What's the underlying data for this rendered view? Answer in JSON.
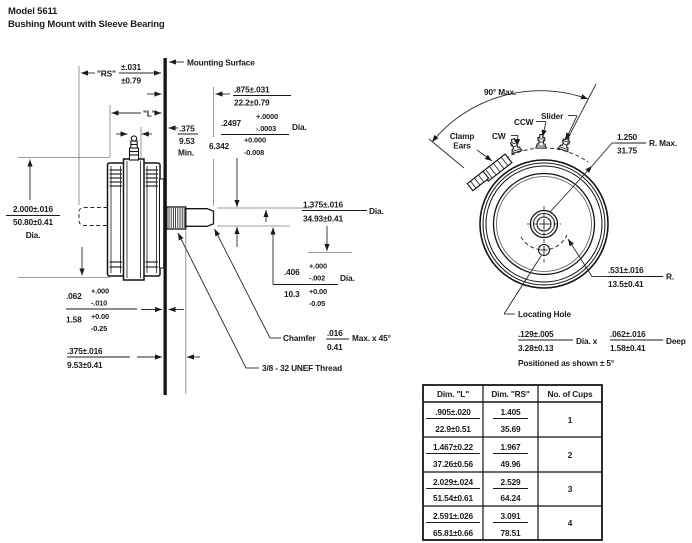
{
  "title": {
    "model": "Model 5611",
    "subtitle": "Bushing Mount with Sleeve Bearing"
  },
  "side": {
    "mounting_surface": "Mounting Surface",
    "rs_label": "\"RS\"",
    "rs_in": "±.031",
    "rs_mm": "±0.79",
    "l_label": "\"L\"",
    "len875_in": ".875±.031",
    "len875_mm": "22.2±0.79",
    "min375_in": ".375",
    "min375_mm": "9.53",
    "min375_suffix": "Min.",
    "shaft_in": ".2497",
    "shaft_in_plus": "+.0000",
    "shaft_in_minus": "-.0003",
    "shaft_dia_label": "Dia.",
    "shaft_mm": "6.342",
    "shaft_mm_plus": "+0.000",
    "shaft_mm_minus": "-0.008",
    "body_in": "2.000±.016",
    "body_mm": "50.80±0.41",
    "body_dia_label": "Dia.",
    "hub_in": "1.375±.016",
    "hub_mm": "34.93±0.41",
    "hub_dia_label": "Dia.",
    "bush_in": ".406",
    "bush_in_plus": "+.000",
    "bush_in_minus": "-.002",
    "bush_dia_label": "Dia.",
    "bush_mm": "10.3",
    "bush_mm_plus": "+0.00",
    "bush_mm_minus": "-0.05",
    "panel_in": ".062",
    "panel_in_plus": "+.000",
    "panel_in_minus": "-.010",
    "panel_mm": "1.58",
    "panel_mm_plus": "+0.00",
    "panel_mm_minus": "-0.25",
    "bushlen_in": ".375±.016",
    "bushlen_mm": "9.53±0.41",
    "chamfer_label": "Chamfer",
    "chamfer_in": ".016",
    "chamfer_mm": "0.41",
    "chamfer_suffix": "Max. x 45°",
    "thread_label": "3/8 - 32 UNEF Thread"
  },
  "front": {
    "angle_max": "90° Max.",
    "slider": "Slider",
    "ccw": "CCW",
    "cw": "CW",
    "clamp_line1": "Clamp",
    "clamp_line2": "Ears",
    "rmax_in": "1.250",
    "rmax_mm": "31.75",
    "rmax_suffix": "R. Max.",
    "r531_in": ".531±.016",
    "r531_mm": "13.5±0.41",
    "r531_suffix": "R.",
    "locating_hole": "Locating Hole",
    "lh_dia_in": ".129±.005",
    "lh_dia_mm": "3.28±0.13",
    "lh_dia_x": "Dia. x",
    "lh_deep_in": ".062±.016",
    "lh_deep_mm": "1.58±0.41",
    "lh_deep_label": "Deep",
    "positioned": "Positioned as shown ± 5°"
  },
  "table": {
    "headers": [
      "Dim. \"L\"",
      "Dim. \"RS\"",
      "No. of Cups"
    ],
    "rows": [
      {
        "l_in": ".905±.020",
        "l_mm": "22.9±0.51",
        "rs_in": "1.405",
        "rs_mm": "35.69",
        "cups": "1"
      },
      {
        "l_in": "1.467±0.22",
        "l_mm": "37.26±0.56",
        "rs_in": "1.967",
        "rs_mm": "49.96",
        "cups": "2"
      },
      {
        "l_in": "2.029±.024",
        "l_mm": "51.54±0.61",
        "rs_in": "2.529",
        "rs_mm": "64.24",
        "cups": "3"
      },
      {
        "l_in": "2.591±.026",
        "l_mm": "65.81±0.66",
        "rs_in": "3.091",
        "rs_mm": "78.51",
        "cups": "4"
      }
    ]
  }
}
